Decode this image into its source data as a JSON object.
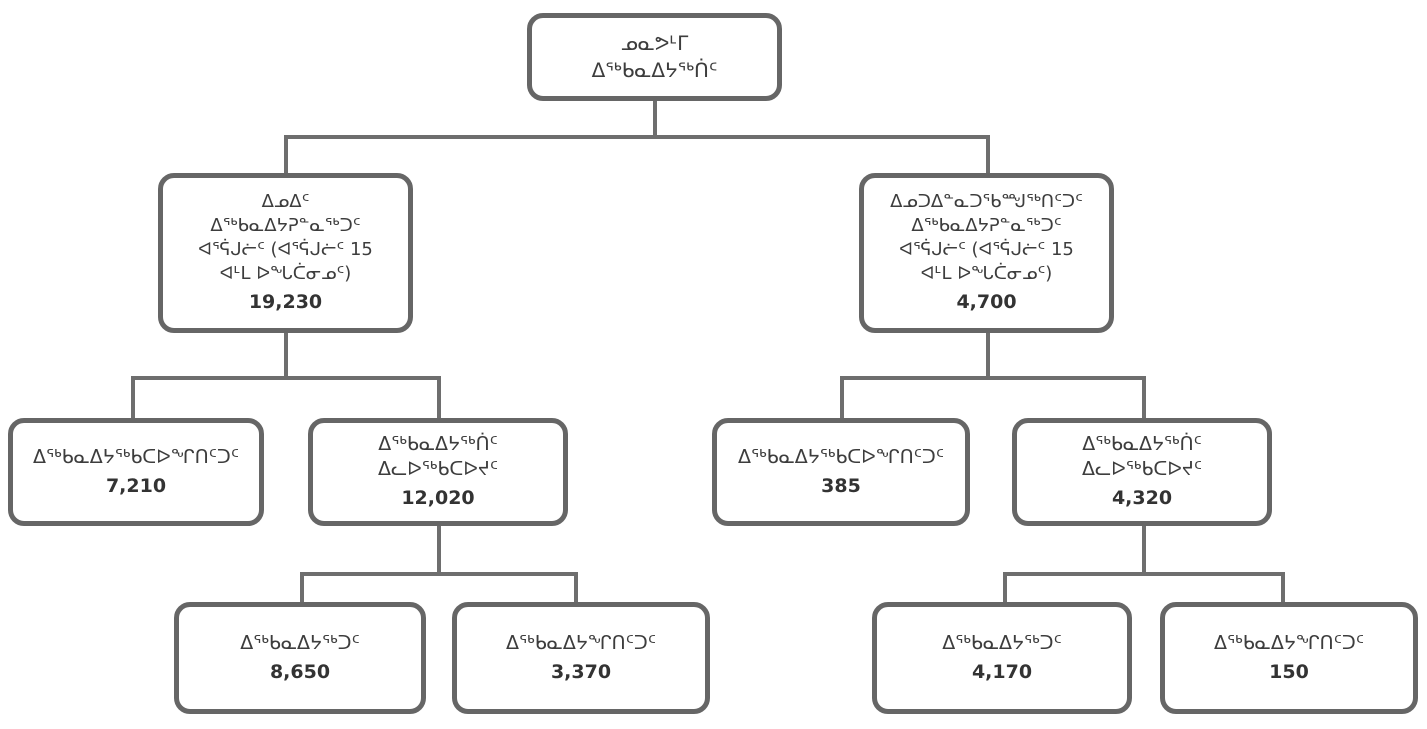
{
  "diagram": {
    "title_node": {
      "lines": [
        "ᓄᓇᕗᒻᒥ",
        "ᐃᖅᑲᓇᐃᔭᖅᑏᑦ"
      ]
    },
    "level2": [
      {
        "id": "inuit-labour-force",
        "lines": [
          "ᐃᓄᐃᑦ",
          "ᐃᖅᑲᓇᐃᔭᕈᓐᓇᖅᑐᑦ",
          "ᐊᕐᕌᒍᓖᑦ (ᐊᕐᕌᒍᓖᑦ 15",
          "ᐊᒻᒪ ᐅᖓᑖᓂᓄᑦ)"
        ],
        "value": "19,230"
      },
      {
        "id": "non-inuit-labour-force",
        "lines": [
          "ᐃᓄᑐᐃᓐᓇᑐᖃᙳᖅᑎᑦᑐᑦ",
          "ᐃᖅᑲᓇᐃᔭᕈᓐᓇᖅᑐᑦ",
          "ᐊᕐᕌᒍᓖᑦ (ᐊᕐᕌᒍᓖᑦ 15",
          "ᐊᒻᒪ ᐅᖓᑖᓂᓄᑦ)"
        ],
        "value": "4,700"
      }
    ],
    "level3": [
      {
        "id": "inuit-not-in-labour-force",
        "lines": [
          "ᐃᖅᑲᓇᐃᔭᖅᑲᑕᐅᖏᑎᑦᑐᑦ"
        ],
        "value": "7,210"
      },
      {
        "id": "inuit-in-labour-force",
        "lines": [
          "ᐃᖅᑲᓇᐃᔭᖅᑏᑦ",
          "ᐃᓚᐅᖅᑲᑕᐅᔪᑦ"
        ],
        "value": "12,020"
      },
      {
        "id": "non-inuit-not-in-labour-force",
        "lines": [
          "ᐃᖅᑲᓇᐃᔭᖅᑲᑕᐅᖏᑎᑦᑐᑦ"
        ],
        "value": "385"
      },
      {
        "id": "non-inuit-in-labour-force",
        "lines": [
          "ᐃᖅᑲᓇᐃᔭᖅᑏᑦ",
          "ᐃᓚᐅᖅᑲᑕᐅᔪᑦ"
        ],
        "value": "4,320"
      }
    ],
    "level4": [
      {
        "id": "inuit-employed",
        "lines": [
          "ᐃᖅᑲᓇᐃᔭᖅᑐᑦ"
        ],
        "value": "8,650"
      },
      {
        "id": "inuit-unemployed",
        "lines": [
          "ᐃᖅᑲᓇᐃᔭᖏᑎᑦᑐᑦ"
        ],
        "value": "3,370"
      },
      {
        "id": "non-inuit-employed",
        "lines": [
          "ᐃᖅᑲᓇᐃᔭᖅᑐᑦ"
        ],
        "value": "4,170"
      },
      {
        "id": "non-inuit-unemployed",
        "lines": [
          "ᐃᖅᑲᓇᐃᔭᖏᑎᑦᑐᑦ"
        ],
        "value": "150"
      }
    ],
    "colors": {
      "border": "#666666",
      "connector": "#6e6e6e",
      "text": "#3d3d3d",
      "background": "#ffffff"
    }
  }
}
